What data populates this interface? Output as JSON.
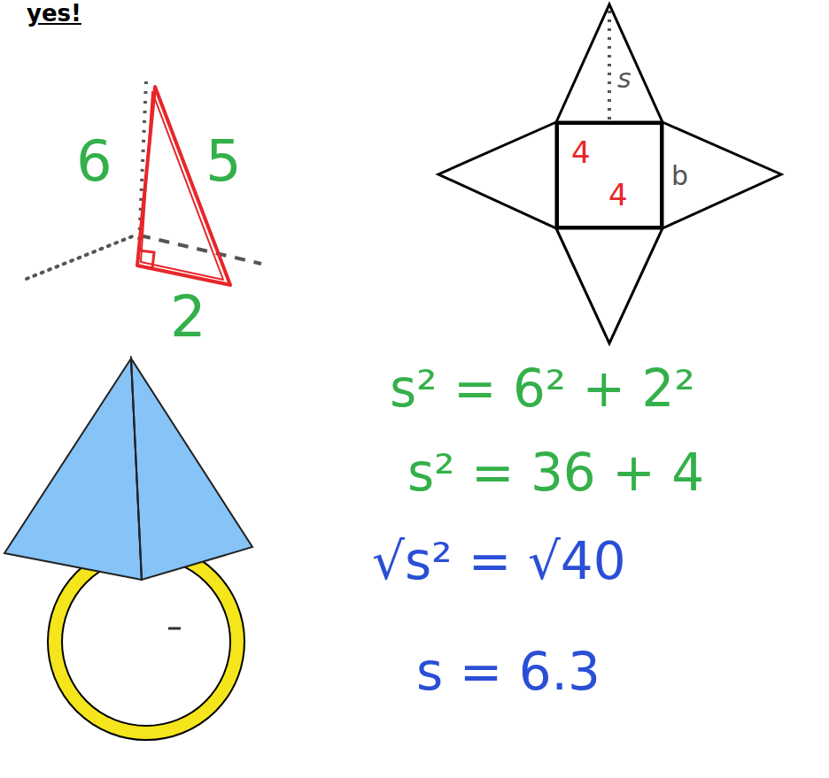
{
  "diagram": {
    "nodes": [
      {
        "text": [
          "4",
          "4"
        ]
      }
    ],
    "labels": [
      "yes!",
      "6",
      "5",
      "2",
      "s",
      "b",
      "s² = 6² + 2²",
      "s² = 36 + 4",
      "√s² = √40",
      "s = 6.3"
    ]
  }
}
